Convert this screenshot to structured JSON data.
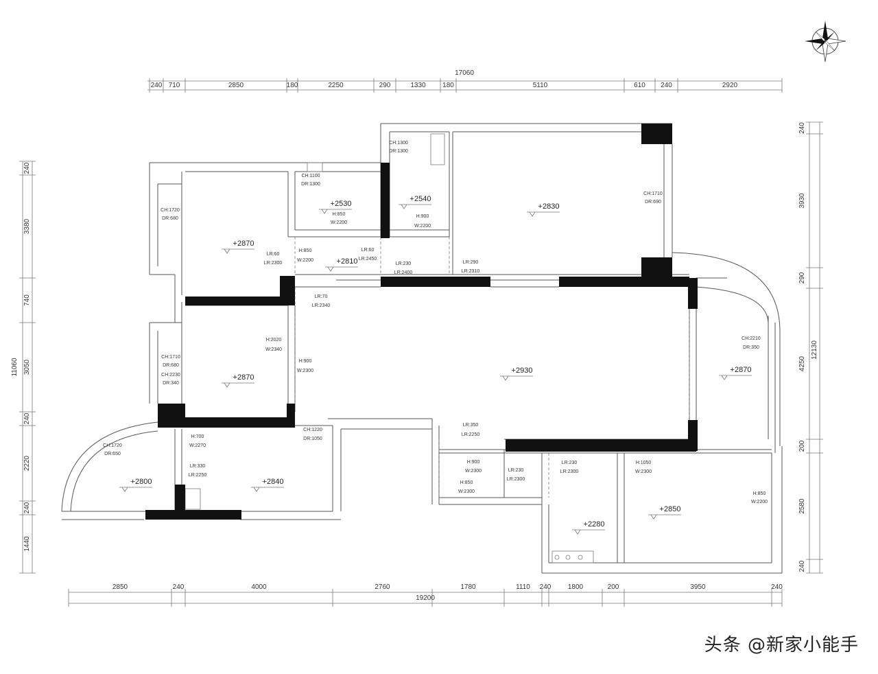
{
  "total_width_top": "17060",
  "total_width_bottom": "19200",
  "total_height_left": "11060",
  "total_height_right": "12130",
  "top_dims": [
    "240",
    "710",
    "2850",
    "180",
    "2250",
    "290",
    "1330",
    "180",
    "5110",
    "610",
    "240",
    "2920"
  ],
  "bottom_dims": [
    "2850",
    "240",
    "4000",
    "2760",
    "1780",
    "1110",
    "240",
    "1800",
    "200",
    "3950",
    "240"
  ],
  "left_dims": [
    "240",
    "3380",
    "740",
    "3050",
    "240",
    "2220",
    "240",
    "1440"
  ],
  "right_dims": [
    "240",
    "3930",
    "290",
    "4250",
    "200",
    "2580",
    "240"
  ],
  "levels": [
    "+2870",
    "+2530",
    "+2540",
    "+2830",
    "+2870",
    "+2810",
    "+2930",
    "+2870",
    "+2800",
    "+2840",
    "+2280",
    "+2850"
  ],
  "notes": [
    "CH:1300",
    "DR:1300",
    "CH:1100",
    "DR:1300",
    "CH:1720",
    "DR:680",
    "CH:1710",
    "DR:690",
    "CH:1710",
    "DR:680",
    "CH:2230",
    "DR:340",
    "CH:2210",
    "DR:350",
    "CH:1720",
    "DR:650",
    "H:850",
    "W:2200",
    "H:850",
    "W:2200",
    "H:900",
    "W:2200",
    "H:850",
    "W:2200",
    "LR:60",
    "LR:2450",
    "LR:60",
    "LR:2300",
    "LR:230",
    "LR:2400",
    "LR:290",
    "LR:2310",
    "LR:70",
    "LR:2340",
    "H:2020",
    "W:2340",
    "H:900",
    "W:2300",
    "CH:1220",
    "DR:1050",
    "H:700",
    "W:2270",
    "LR:330",
    "LR:2250",
    "LR:350",
    "LR:2250",
    "H:900",
    "W:2300",
    "LR:230",
    "LR:2300",
    "LR:230",
    "LR:2300",
    "H:1050",
    "W:2300",
    "H:850",
    "W:2300"
  ],
  "watermark": "头条 @新家小能手",
  "compass_icon": "north-arrow-icon"
}
